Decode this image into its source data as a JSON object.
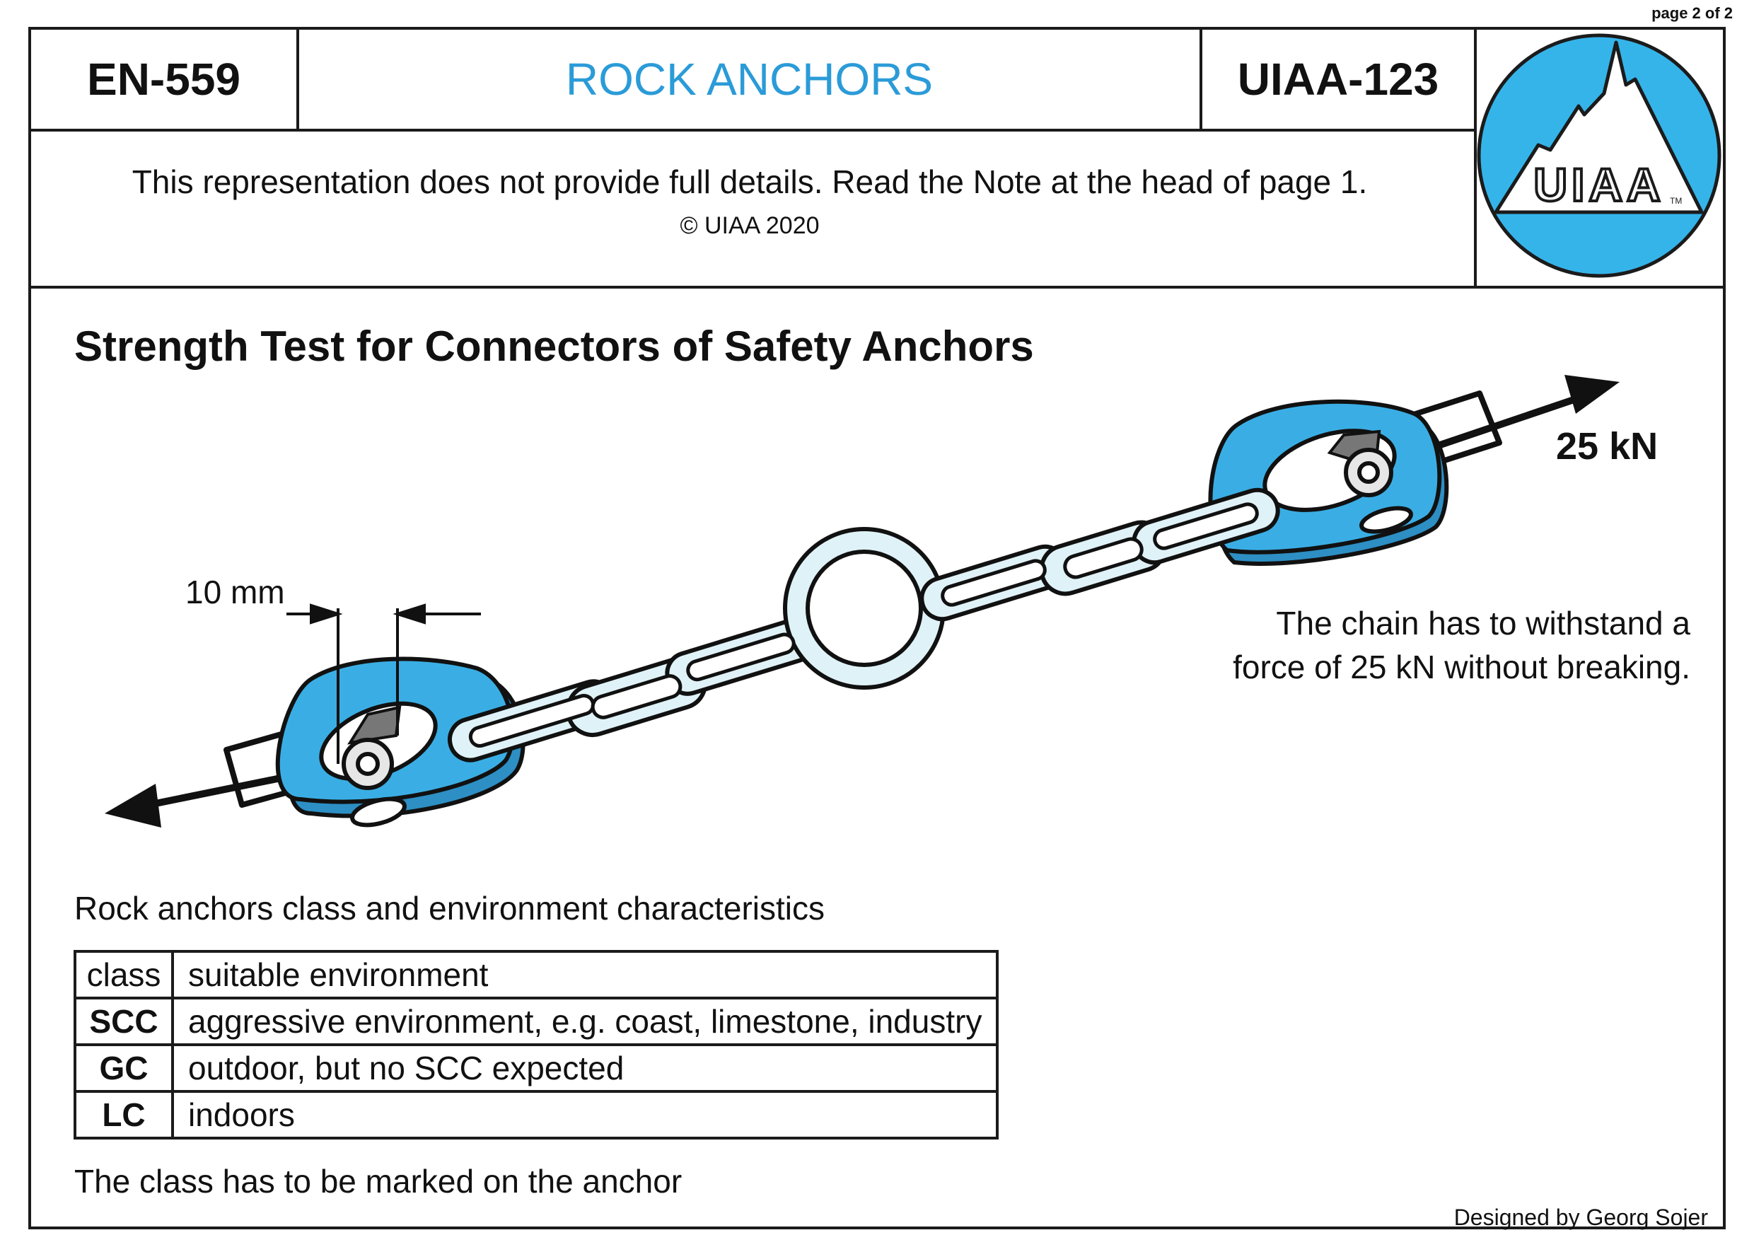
{
  "page_label": "page 2 of 2",
  "header": {
    "standard_left": "EN-559",
    "title": "ROCK ANCHORS",
    "standard_right": "UIAA-123",
    "logo_text": "UIAA"
  },
  "note": "This representation does not provide full details. Read the Note at the head of page 1.",
  "copyright": "© UIAA 2020",
  "heading": "Strength Test for Connectors of Safety Anchors",
  "diagram": {
    "force_label": "25 kN",
    "dimension_label": "10 mm",
    "caption_line1": "The chain has to withstand a",
    "caption_line2": "force of 25 kN without breaking."
  },
  "table": {
    "title": "Rock anchors class and environment characteristics",
    "headers": [
      "class",
      "suitable environment"
    ],
    "rows": [
      [
        "SCC",
        "aggressive environment, e.g. coast, limestone, industry"
      ],
      [
        "GC",
        "outdoor, but no SCC expected"
      ],
      [
        "LC",
        "indoors"
      ]
    ]
  },
  "footnote": "The class has to be marked on the anchor",
  "designer": "Designed by Georg Sojer",
  "colors": {
    "title_blue": "#2b9bd8",
    "logo_blue": "#35b4ea",
    "hanger_blue": "#3aaee4",
    "chain_light": "#dff2f8",
    "frame": "#1b1b1b"
  }
}
